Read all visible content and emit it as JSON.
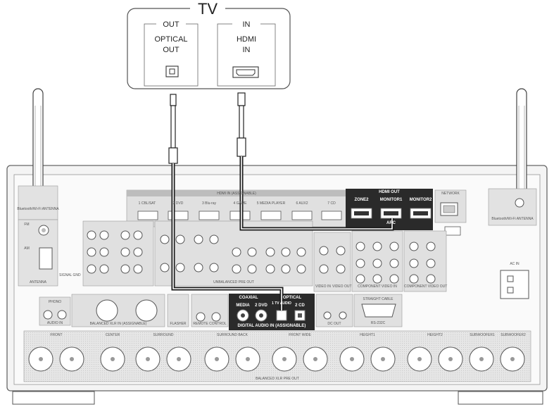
{
  "tv": {
    "title": "TV",
    "out_group": "OUT",
    "in_group": "IN",
    "optical_line1": "OPTICAL",
    "optical_line2": "OUT",
    "hdmi_line1": "HDMI",
    "hdmi_line2": "IN"
  },
  "receiver": {
    "hdmi_out": "HDMI OUT",
    "zone2": "ZONE2",
    "monitor1": "MONITOR1",
    "monitor2": "MONITOR2",
    "arc": "ARC",
    "network": "NETWORK",
    "hdmi_in": "HDMI IN (ASSIGNABLE)",
    "hdmi_inputs": [
      "1 CBL/SAT",
      "2 DVD",
      "3 Blu-ray",
      "4 GAME",
      "5 MEDIA PLAYER",
      "6 AUX2",
      "7 CD"
    ],
    "coaxial": "COAXIAL",
    "optical": "OPTICAL",
    "coax_inputs": [
      "MEDIA",
      "2 DVD"
    ],
    "opt_inputs": [
      "1 TV AUDIO",
      "2 CD"
    ],
    "digital_audio_in": "DIGITAL AUDIO IN (ASSIGNABLE)",
    "antenna_left": "Bluetooth/Wi-Fi ANTENNA",
    "antenna_right": "Bluetooth/Wi-Fi ANTENNA",
    "antenna": "ANTENNA",
    "fm": "FM",
    "am": "AM",
    "signal_gnd": "SIGNAL GND",
    "phono": "PHONO",
    "audio_in": "AUDIO IN",
    "balanced_xlr_in": "BALANCED XLR IN (ASSIGNABLE)",
    "flasher": "FLASHER",
    "remote_control": "REMOTE CONTROL",
    "dc_out": "DC OUT",
    "rs232c": "RS-232C",
    "straight_cable": "STRAIGHT CABLE",
    "ac_in": "AC IN",
    "video_in": "VIDEO IN",
    "video_out": "VIDEO OUT",
    "component_video_in": "COMPONENT VIDEO IN",
    "component_video_out": "COMPONENT VIDEO OUT",
    "unbalanced_pre_out": "UNBALANCED PRE OUT",
    "balanced_xlr_pre_out": "BALANCED XLR PRE OUT",
    "xlr_outputs": [
      "FRONT",
      "CENTER",
      "SURROUND",
      "SURROUND BACK",
      "FRONT WIDE",
      "HEIGHT1",
      "HEIGHT2",
      "SUBWOOFER1",
      "SUBWOOFER2"
    ]
  },
  "colors": {
    "panel": "#e0e0e0",
    "panel_dark": "#2a2a2a",
    "outline": "#666666",
    "cable": "#1a1a1a"
  }
}
